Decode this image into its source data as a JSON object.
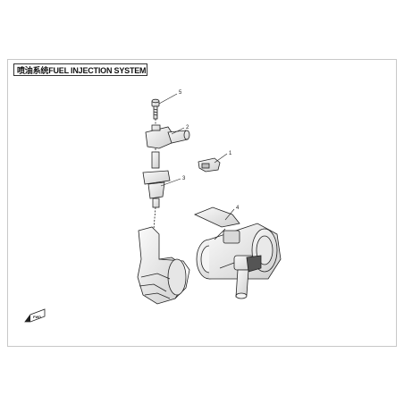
{
  "header": {
    "title": "喷油系统FUEL INJECTION SYSTEM"
  },
  "callouts": [
    {
      "number": "1"
    },
    {
      "number": "2"
    },
    {
      "number": "3"
    },
    {
      "number": "4"
    },
    {
      "number": "5"
    }
  ],
  "direction_arrow": {
    "label": "FWD"
  },
  "colors": {
    "line": "#222222",
    "sheet_border": "#c8c8c8",
    "part_fill": "#f2f2f2",
    "shade": "#bdbdbd"
  }
}
